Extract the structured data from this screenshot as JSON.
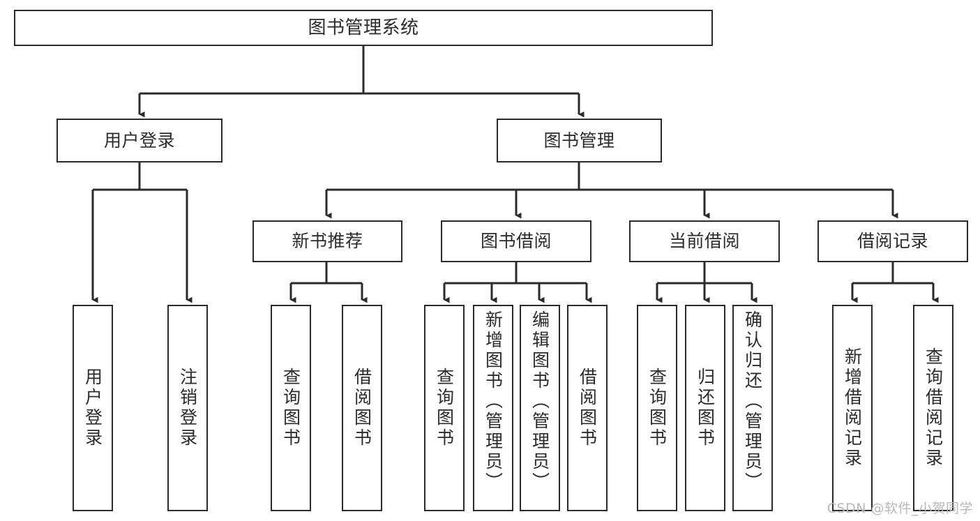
{
  "diagram": {
    "title": "图书管理系统",
    "watermark": "CSDN @软件_小贺同学",
    "stroke_color": "#2b2b2b",
    "background_color": "#ffffff",
    "watermark_color": "#b9b9b9"
  },
  "nodes": {
    "root": {
      "label": "图书管理系统"
    },
    "level2": [
      {
        "id": "user-login",
        "label": "用户登录"
      },
      {
        "id": "book-manage",
        "label": "图书管理"
      }
    ],
    "level3": [
      {
        "id": "new-book-recommend",
        "label": "新书推荐"
      },
      {
        "id": "book-borrow",
        "label": "图书借阅"
      },
      {
        "id": "current-borrow",
        "label": "当前借阅"
      },
      {
        "id": "borrow-record",
        "label": "借阅记录"
      }
    ],
    "leaves": [
      {
        "id": "leaf-user-login",
        "label": "用户登录",
        "parent": "user-login"
      },
      {
        "id": "leaf-logout",
        "label": "注销登录",
        "parent": "user-login"
      },
      {
        "id": "leaf-query-book-1",
        "label": "查询图书",
        "parent": "new-book-recommend"
      },
      {
        "id": "leaf-borrow-book-1",
        "label": "借阅图书",
        "parent": "new-book-recommend"
      },
      {
        "id": "leaf-query-book-2",
        "label": "查询图书",
        "parent": "book-borrow"
      },
      {
        "id": "leaf-add-book",
        "label": "新增图书（管理员）",
        "parent": "book-borrow"
      },
      {
        "id": "leaf-edit-book",
        "label": "编辑图书（管理员）",
        "parent": "book-borrow"
      },
      {
        "id": "leaf-borrow-book-2",
        "label": "借阅图书",
        "parent": "book-borrow"
      },
      {
        "id": "leaf-query-book-3",
        "label": "查询图书",
        "parent": "current-borrow"
      },
      {
        "id": "leaf-return-book",
        "label": "归还图书",
        "parent": "current-borrow"
      },
      {
        "id": "leaf-confirm-return",
        "label": "确认归还（管理员）",
        "parent": "current-borrow"
      },
      {
        "id": "leaf-add-record",
        "label": "新增借阅记录",
        "parent": "borrow-record"
      },
      {
        "id": "leaf-query-record",
        "label": "查询借阅记录",
        "parent": "borrow-record"
      }
    ]
  }
}
